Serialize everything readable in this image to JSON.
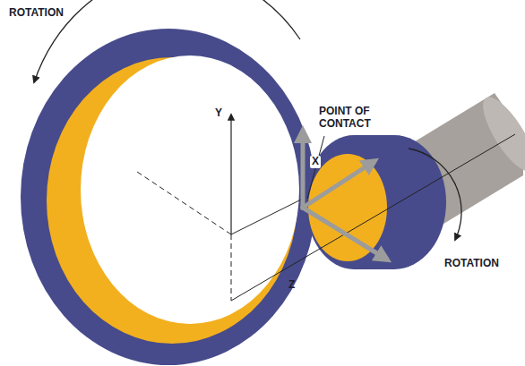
{
  "diagram": {
    "labels": [
      "ROTATION",
      "POINT OF CONTACT",
      "Y",
      "X",
      "Z",
      "ROTATION"
    ]
  }
}
